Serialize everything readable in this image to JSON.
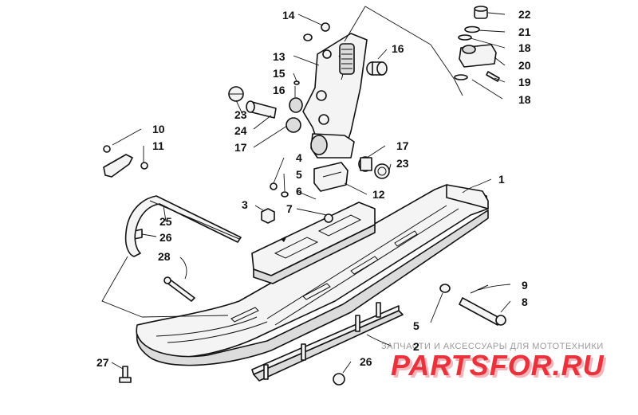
{
  "diagram": {
    "labels": [
      {
        "id": "1",
        "text": "1"
      },
      {
        "id": "2",
        "text": "2"
      },
      {
        "id": "3",
        "text": "3"
      },
      {
        "id": "4",
        "text": "4"
      },
      {
        "id": "5a",
        "text": "5"
      },
      {
        "id": "5b",
        "text": "5"
      },
      {
        "id": "6",
        "text": "6"
      },
      {
        "id": "7",
        "text": "7"
      },
      {
        "id": "8",
        "text": "8"
      },
      {
        "id": "9",
        "text": "9"
      },
      {
        "id": "10",
        "text": "10"
      },
      {
        "id": "11",
        "text": "11"
      },
      {
        "id": "12",
        "text": "12"
      },
      {
        "id": "13",
        "text": "13"
      },
      {
        "id": "14",
        "text": "14"
      },
      {
        "id": "15",
        "text": "15"
      },
      {
        "id": "16a",
        "text": "16"
      },
      {
        "id": "16b",
        "text": "16"
      },
      {
        "id": "17a",
        "text": "17"
      },
      {
        "id": "17b",
        "text": "17"
      },
      {
        "id": "18a",
        "text": "18"
      },
      {
        "id": "18b",
        "text": "18"
      },
      {
        "id": "19",
        "text": "19"
      },
      {
        "id": "20",
        "text": "20"
      },
      {
        "id": "21",
        "text": "21"
      },
      {
        "id": "22",
        "text": "22"
      },
      {
        "id": "23a",
        "text": "23"
      },
      {
        "id": "23b",
        "text": "23"
      },
      {
        "id": "24",
        "text": "24"
      },
      {
        "id": "25",
        "text": "25"
      },
      {
        "id": "26a",
        "text": "26"
      },
      {
        "id": "26b",
        "text": "26"
      },
      {
        "id": "27",
        "text": "27"
      },
      {
        "id": "28",
        "text": "28"
      }
    ]
  },
  "watermark": {
    "tagline": "ЗАПЧАСТИ И АКСЕССУАРЫ ДЛЯ МОТОТЕХНИКИ",
    "logo_text": "PARTSFOR.RU",
    "logo_color": "#e8323c",
    "logo_shadow": "#f4b6ba"
  }
}
